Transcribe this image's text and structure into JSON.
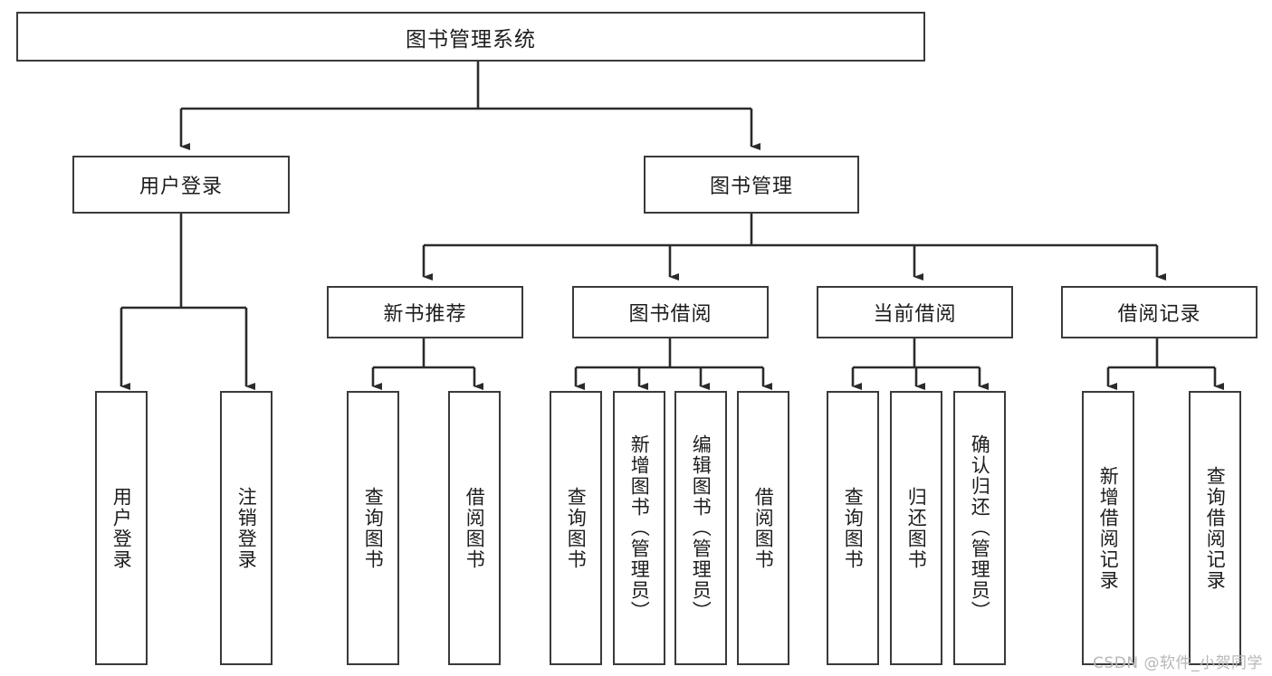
{
  "diagram": {
    "type": "tree",
    "title": "图书管理系统",
    "watermark": "CSDN @软件_小贺同学",
    "colors": {
      "box_border": "#3a3a3a",
      "box_fill": "#ffffff",
      "connector": "#2b2b2b",
      "text": "#1d1d1d",
      "watermark": "#b7b7b7"
    },
    "root": {
      "label": "图书管理系统"
    },
    "level2": [
      {
        "label": "用户登录"
      },
      {
        "label": "图书管理"
      }
    ],
    "level3": [
      {
        "label": "新书推荐"
      },
      {
        "label": "图书借阅"
      },
      {
        "label": "当前借阅"
      },
      {
        "label": "借阅记录"
      }
    ],
    "leaves": {
      "user_login": [
        {
          "label": "用户登录"
        },
        {
          "label": "注销登录"
        }
      ],
      "new_book_recommend": [
        {
          "label": "查询图书"
        },
        {
          "label": "借阅图书"
        }
      ],
      "book_borrow": [
        {
          "label": "查询图书"
        },
        {
          "label": "新增图书（管理员）"
        },
        {
          "label": "编辑图书（管理员）"
        },
        {
          "label": "借阅图书"
        }
      ],
      "current_borrow": [
        {
          "label": "查询图书"
        },
        {
          "label": "归还图书"
        },
        {
          "label": "确认归还（管理员）"
        }
      ],
      "borrow_record": [
        {
          "label": "新增借阅记录"
        },
        {
          "label": "查询借阅记录"
        }
      ]
    }
  }
}
